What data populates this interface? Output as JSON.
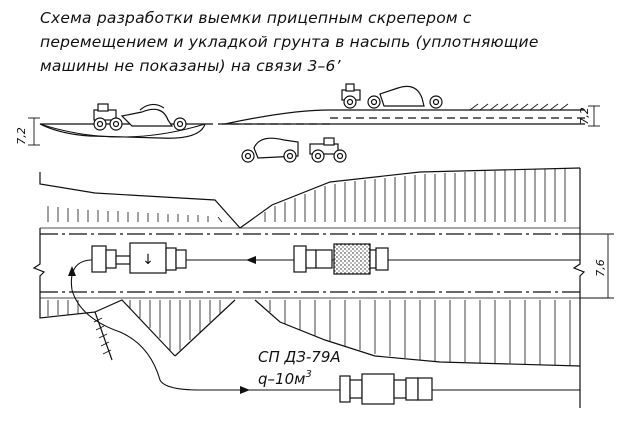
{
  "title": {
    "line1": "Схема разработки выемки прицепным скрепером с",
    "line2": "перемещением и укладкой грунта в насыпь (уплотняющие",
    "line3": "машины не показаны) на связи 3–6’"
  },
  "dimensions": {
    "left_profile": "7,2",
    "right_profile": "7,2",
    "plan_width": "7,6"
  },
  "scraper_label": {
    "model": "СП ДЗ-79А",
    "capacity": "q–10м",
    "capacity_exp": "3"
  },
  "colors": {
    "line": "#111111",
    "background": "#ffffff"
  },
  "icons": [
    "arrow-down-icon",
    "soil-fill-icon",
    "scraper-icon"
  ]
}
